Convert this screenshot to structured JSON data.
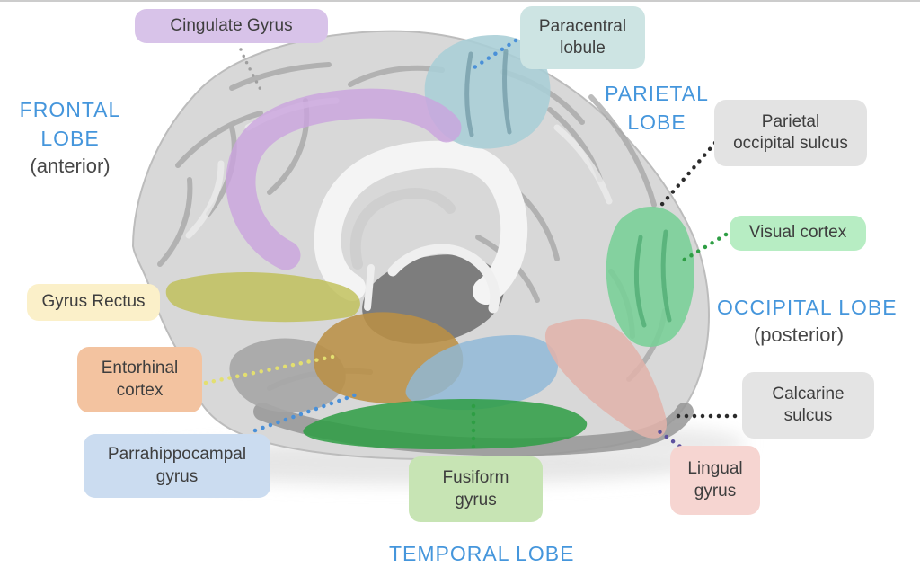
{
  "page": {
    "background": "#ffffff",
    "top_border_color": "#cccccc"
  },
  "colors": {
    "lobe_heading_text": "#4596dc",
    "qualifier_text": "#474747",
    "label_text": "#3e3e3e",
    "brain_base": "#d8d8d8"
  },
  "lobe_headings": {
    "frontal": {
      "name": "FRONTAL\nLOBE",
      "qualifier": "(anterior)"
    },
    "parietal": {
      "name": "PARIETAL\nLOBE",
      "qualifier": ""
    },
    "occipital": {
      "name": "OCCIPITAL LOBE",
      "qualifier": "(posterior)"
    },
    "temporal": {
      "name": "TEMPORAL LOBE",
      "qualifier": ""
    }
  },
  "region_labels": {
    "cingulate_gyrus": {
      "text": "Cingulate Gyrus",
      "box_color": "#d8c3e9",
      "region_color": "#cba4de",
      "connector_color": "#9f9f9f"
    },
    "paracentral_lobule": {
      "text": "Paracentral\nlobule",
      "box_color": "#cde4e3",
      "region_color": "#a9ced6",
      "connector_color": "#4a90d8"
    },
    "parietal_occipital_sulcus": {
      "text": "Parietal\noccipital sulcus",
      "box_color": "#e3e3e3",
      "connector_color": "#2b2b2b"
    },
    "visual_cortex": {
      "text": "Visual cortex",
      "box_color": "#b7edc3",
      "region_color": "#77cf96",
      "connector_color": "#2e9e44"
    },
    "calcarine_sulcus": {
      "text": "Calcarine\nsulcus",
      "box_color": "#e4e4e4",
      "connector_color": "#2b2b2b"
    },
    "gyrus_rectus": {
      "text": "Gyrus Rectus",
      "box_color": "#fbf0c9",
      "region_color": "#bfbf55"
    },
    "entorhinal_cortex": {
      "text": "Entorhinal\ncortex",
      "box_color": "#f3c3a0",
      "region_color": "#b98f45",
      "connector_color": "#e3df70"
    },
    "parrahippocampal_gyrus": {
      "text": "Parrahippocampal\ngyrus",
      "box_color": "#cbdcf0",
      "region_color": "#8fb8d8",
      "connector_color": "#4a90d8"
    },
    "fusiform_gyrus": {
      "text": "Fusiform\ngyrus",
      "box_color": "#c7e4b4",
      "region_color": "#2e9e44",
      "connector_color": "#2e9e44"
    },
    "lingual_gyrus": {
      "text": "Lingual\ngyrus",
      "box_color": "#f6d5d1",
      "region_color": "#e2b3aa",
      "connector_color": "#5d519e"
    }
  }
}
